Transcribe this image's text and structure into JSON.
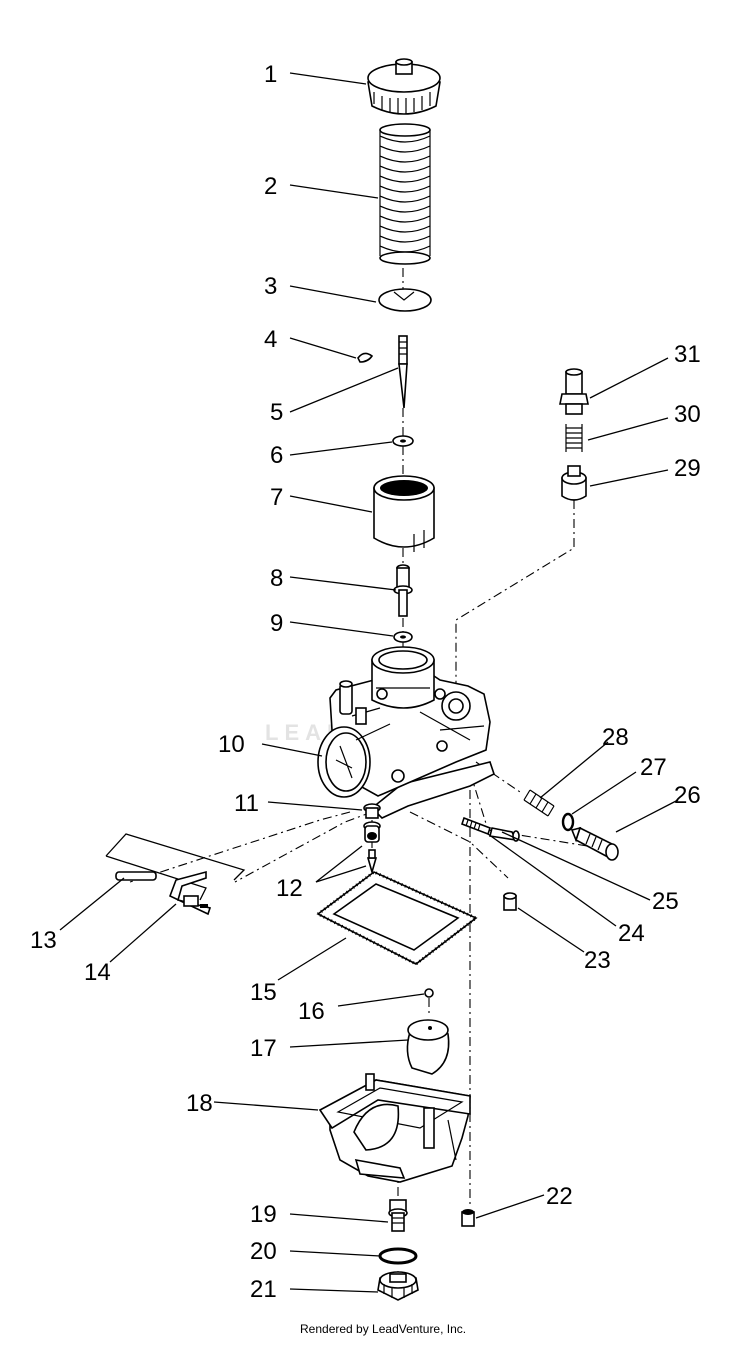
{
  "diagram": {
    "watermark": "LEADVENTURE",
    "footer": "Rendered by LeadVenture, Inc.",
    "callouts": [
      {
        "id": "1",
        "label": "1"
      },
      {
        "id": "2",
        "label": "2"
      },
      {
        "id": "3",
        "label": "3"
      },
      {
        "id": "4",
        "label": "4"
      },
      {
        "id": "5",
        "label": "5"
      },
      {
        "id": "6",
        "label": "6"
      },
      {
        "id": "7",
        "label": "7"
      },
      {
        "id": "8",
        "label": "8"
      },
      {
        "id": "9",
        "label": "9"
      },
      {
        "id": "10",
        "label": "10"
      },
      {
        "id": "11",
        "label": "11"
      },
      {
        "id": "12",
        "label": "12"
      },
      {
        "id": "13",
        "label": "13"
      },
      {
        "id": "14",
        "label": "14"
      },
      {
        "id": "15",
        "label": "15"
      },
      {
        "id": "16",
        "label": "16"
      },
      {
        "id": "17",
        "label": "17"
      },
      {
        "id": "18",
        "label": "18"
      },
      {
        "id": "19",
        "label": "19"
      },
      {
        "id": "20",
        "label": "20"
      },
      {
        "id": "21",
        "label": "21"
      },
      {
        "id": "22",
        "label": "22"
      },
      {
        "id": "23",
        "label": "23"
      },
      {
        "id": "24",
        "label": "24"
      },
      {
        "id": "25",
        "label": "25"
      },
      {
        "id": "26",
        "label": "26"
      },
      {
        "id": "27",
        "label": "27"
      },
      {
        "id": "28",
        "label": "28"
      },
      {
        "id": "29",
        "label": "29"
      },
      {
        "id": "30",
        "label": "30"
      },
      {
        "id": "31",
        "label": "31"
      }
    ]
  }
}
